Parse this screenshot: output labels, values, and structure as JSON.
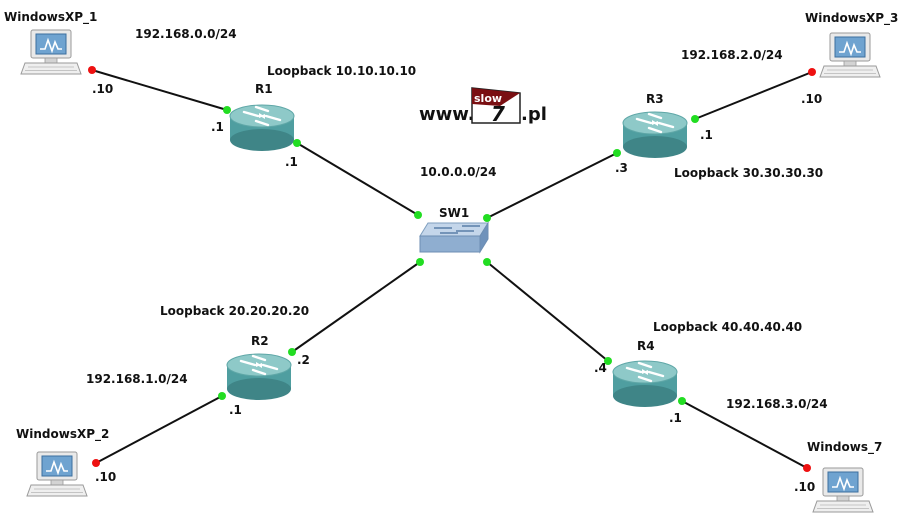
{
  "colors": {
    "link": "#111111",
    "port_up": "#22dd22",
    "port_down": "#ee1111",
    "router_body": "#4f9ea0",
    "router_top": "#8ec9c8",
    "logo_dark": "#7a0f12"
  },
  "devices": {
    "pc1": {
      "name": "WindowsXP_1",
      "icon": "pc-icon"
    },
    "pc2": {
      "name": "WindowsXP_2",
      "icon": "pc-icon"
    },
    "pc3": {
      "name": "WindowsXP_3",
      "icon": "pc-icon"
    },
    "pc4": {
      "name": "Windows_7",
      "icon": "pc-icon"
    },
    "r1": {
      "name": "R1",
      "icon": "router-icon",
      "loopback": "Loopback 10.10.10.10"
    },
    "r2": {
      "name": "R2",
      "icon": "router-icon",
      "loopback": "Loopback 20.20.20.20"
    },
    "r3": {
      "name": "R3",
      "icon": "router-icon",
      "loopback": "Loopback 30.30.30.30"
    },
    "r4": {
      "name": "R4",
      "icon": "router-icon",
      "loopback": "Loopback 40.40.40.40"
    },
    "sw1": {
      "name": "SW1",
      "icon": "switch-icon"
    }
  },
  "networks": {
    "lan1": "192.168.0.0/24",
    "lan2": "192.168.1.0/24",
    "lan3": "192.168.2.0/24",
    "lan4": "192.168.3.0/24",
    "core": "10.0.0.0/24"
  },
  "addresses": {
    "pc1": ".10",
    "r1_lan": ".1",
    "r1_core": ".1",
    "pc2": ".10",
    "r2_lan": ".1",
    "r2_core": ".2",
    "pc3": ".10",
    "r3_lan": ".1",
    "r3_core": ".3",
    "pc4": ".10",
    "r4_lan": ".1",
    "r4_core": ".4"
  },
  "logo": {
    "prefix": "www.",
    "box_word": "slow",
    "box_number": "7",
    "suffix": ".pl"
  }
}
